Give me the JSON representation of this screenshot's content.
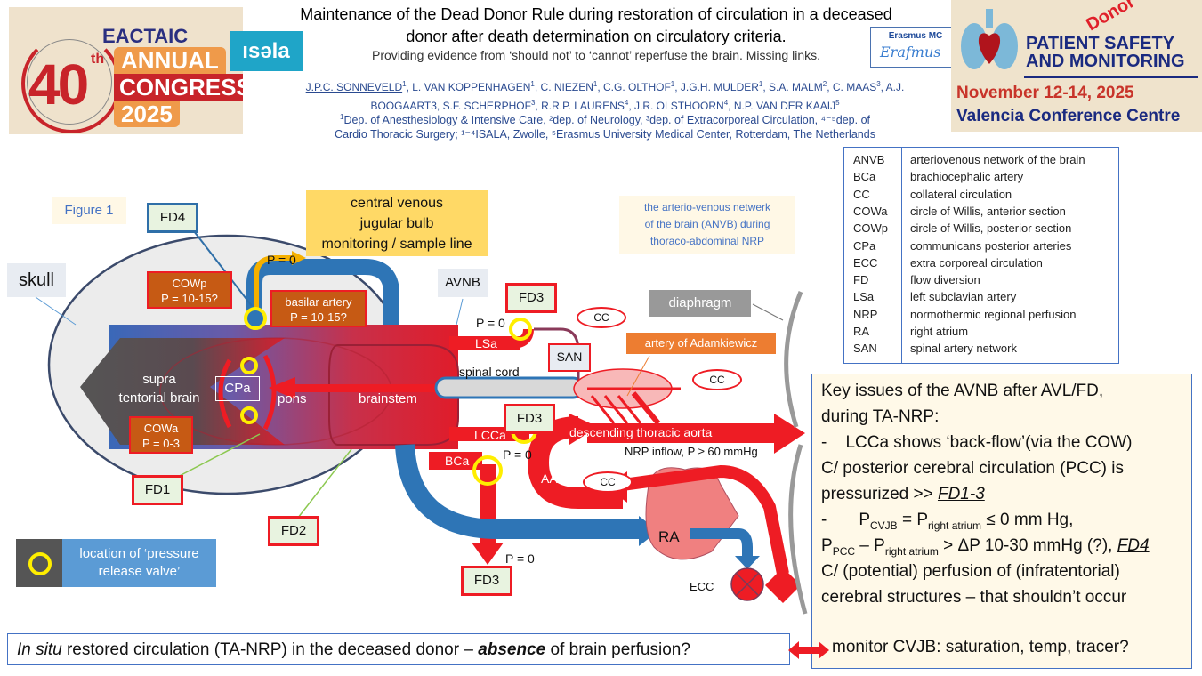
{
  "header": {
    "title_line1": "Maintenance of the Dead Donor Rule during restoration of circulation in a deceased",
    "title_line2": "donor after death determination on circulatory criteria.",
    "subtitle": "Providing evidence from ‘should not’ to ‘cannot’ reperfuse the brain. Missing links.",
    "authors": [
      {
        "name": "J.P.C. SONNEVELD",
        "sup": "1",
        "underline": true
      },
      {
        "name": "L. VAN KOPPENHAGEN",
        "sup": "1"
      },
      {
        "name": "C. NIEZEN",
        "sup": "1"
      },
      {
        "name": "C.G. OLTHOF",
        "sup": "1"
      },
      {
        "name": "J.G.H. MULDER",
        "sup": "1"
      },
      {
        "name": "S.A. MALM",
        "sup": "2"
      },
      {
        "name": "C. MAAS",
        "sup": "3"
      },
      {
        "name": "A.J. BOOGAART3",
        "sup": ""
      },
      {
        "name": "S.F. SCHERPHOF",
        "sup": "3"
      },
      {
        "name": "R.R.P. LAURENS",
        "sup": "4"
      },
      {
        "name": "J.R. OLSTHOORN",
        "sup": "4"
      },
      {
        "name": "N.P. VAN DER KAAIJ",
        "sup": "5"
      }
    ],
    "affiliations_line1": "Dep. of Anesthesiology & Intensive Care, ²dep. of Neurology, ³dep. of Extracorporeal Circulation, ⁴⁻⁵dep. of",
    "affiliations_line2": "Cardio Thoracic Surgery; ¹⁻⁴ISALA, Zwolle, ⁵Erasmus University Medical Center, Rotterdam, The Netherlands",
    "affiliations_sup1": "1"
  },
  "logos": {
    "eactaic": {
      "org": "EACTAIC",
      "number": "40",
      "ordinal": "th",
      "line1": "ANNUAL",
      "line2": "CONGRESS",
      "year": "2025"
    },
    "isala": "ısəla",
    "erasmus": {
      "name": "Erasmus MC",
      "signature": "Erafmus"
    },
    "psm": {
      "tag": "Donor",
      "line1": "PATIENT SAFETY",
      "line2": "AND MONITORING",
      "dates": "November 12-14, 2025",
      "venue": "Valencia Conference Centre"
    }
  },
  "figure_label": "Figure 1",
  "anvb_note": [
    "the arterio-venous netwerk",
    "of the brain (ANVB) during",
    "thoraco-abdominal NRP"
  ],
  "legend": [
    {
      "abbr": "ANVB",
      "def": "arteriovenous network of the brain"
    },
    {
      "abbr": "BCa",
      "def": "brachiocephalic artery"
    },
    {
      "abbr": "CC",
      "def": "collateral circulation"
    },
    {
      "abbr": "COWa",
      "def": "circle of Willis, anterior section"
    },
    {
      "abbr": "COWp",
      "def": "circle of Willis, posterior section"
    },
    {
      "abbr": "CPa",
      "def": "communicans posterior arteries"
    },
    {
      "abbr": "ECC",
      "def": "extra corporeal circulation"
    },
    {
      "abbr": "FD",
      "def": "flow diversion"
    },
    {
      "abbr": "LSa",
      "def": "left subclavian artery"
    },
    {
      "abbr": "NRP",
      "def": "normothermic regional perfusion"
    },
    {
      "abbr": "RA",
      "def": "right atrium"
    },
    {
      "abbr": "SAN",
      "def": "spinal artery network"
    }
  ],
  "diagram": {
    "skull": "skull",
    "cvjb": [
      "central venous",
      "jugular bulb",
      "monitoring / sample line"
    ],
    "p_zero": "P = 0",
    "avnb": "AVNB",
    "fd1": "FD1",
    "fd2": "FD2",
    "fd3": "FD3",
    "fd4": "FD4",
    "cowp": [
      "COWp",
      "P = 10-15?"
    ],
    "basilar": [
      "basilar artery",
      "P = 10-15?"
    ],
    "cowa": [
      "COWa",
      "P = 0-3"
    ],
    "supra": [
      "supra",
      "tentorial brain"
    ],
    "cpa": "CPa",
    "pons": "pons",
    "brainstem": "brainstem",
    "lsa": "LSa",
    "lcca": "LCCa",
    "bca": "BCa",
    "san": "SAN",
    "spinal_cord": "spinal cord",
    "cc": "CC",
    "diaphragm": "diaphragm",
    "adamkiewicz": "artery of Adamkiewicz",
    "aorta": "descending thoracic aorta",
    "nrp_inflow": "NRP inflow, P ≥ 60 mmHg",
    "aa": "AA",
    "ra": "RA",
    "ecc": "ECC",
    "prv": "location of ‘pressure release valve’"
  },
  "key_issues": {
    "l1": "Key issues of the AVNB after AVL/FD,",
    "l2": "during TA-NRP:",
    "l3": "-    LCCa shows ‘back-flow’(via the COW)",
    "l4": "C/ posterior cerebral circulation (PCC) is",
    "l5a": "pressurized >> ",
    "l5b": "FD1-3",
    "l6": {
      "dash": "-",
      "p1": "P",
      "s1": "CVJB",
      "eq": " = P",
      "s2": "right atrium",
      "rest": " ≤ 0 mm Hg,"
    },
    "l7": {
      "p1": "P",
      "s1": "PCC",
      "mid": " – P",
      "s2": "right atrium",
      "rest": " > ΔP 10-30 mmHg (?), ",
      "fd": "FD4"
    },
    "l8": "C/  (potential) perfusion of (infratentorial)",
    "l9": "cerebral structures – that shouldn’t occur",
    "l10": "monitor CVJB: saturation, temp, tracer?"
  },
  "bottom_question": {
    "a": "In situ",
    "b": " restored circulation (TA-NRP) in the deceased donor – ",
    "c": "absence",
    "d": " of brain perfusion?"
  },
  "colors": {
    "artery": "#ee1c24",
    "vein": "#2e75b6",
    "valve": "#ffee00",
    "callout": "#c65a14",
    "cvjb": "#ffd966",
    "accent": "#4472c4"
  }
}
